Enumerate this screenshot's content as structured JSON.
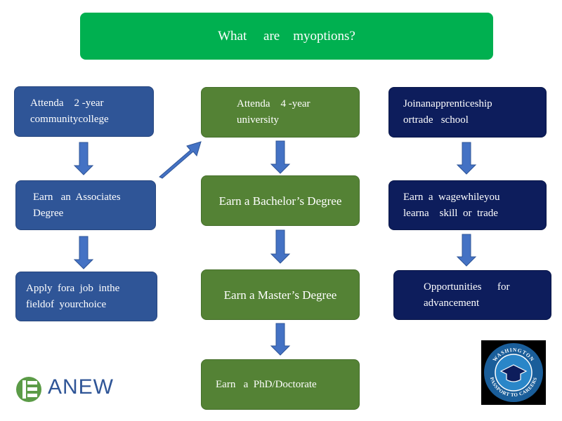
{
  "title": "What     are    myoptions?",
  "columns": {
    "community": {
      "step1": "Attenda    2 -year\ncommunitycollege",
      "step2": "Earn   an  Associates\nDegree",
      "step3": "Apply  fora  job  inthe\nfieldof  yourchoice"
    },
    "university": {
      "step1": "Attenda    4 -year\nuniversity",
      "step2": "Earn a Bachelor’s Degree",
      "step3": "Earn a Master’s Degree",
      "step4": "Earn   a  PhD/Doctorate"
    },
    "apprentice": {
      "step1": "Joinanapprenticeship\nortrade   school",
      "step2": "Earn  a  wagewhileyou\nlearna    skill  or  trade",
      "step3": "Opportunities      for\nadvancement"
    }
  },
  "logos": {
    "anew_text": "ANEW",
    "passport_top": "WASHINGTON",
    "passport_bottom": "PASSPORT TO CAREERS"
  },
  "colors": {
    "title": "#00b050",
    "community": "#2f5597",
    "university": "#548235",
    "apprentice": "#0d1d5c",
    "arrow": "#4472c4"
  }
}
